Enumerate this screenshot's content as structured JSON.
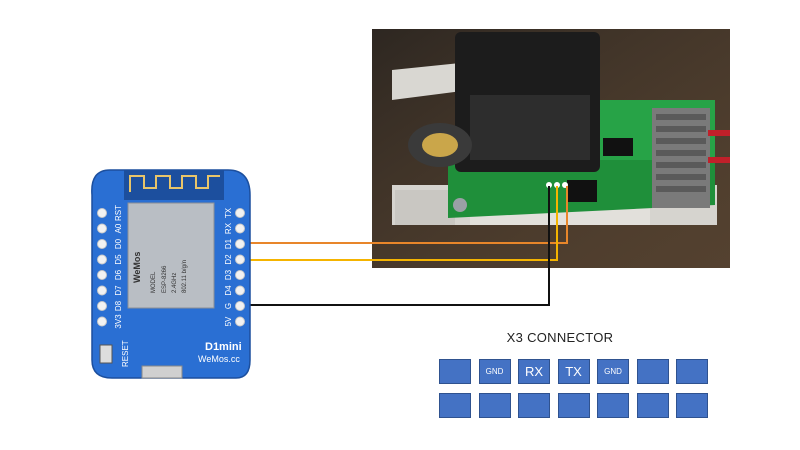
{
  "board": {
    "name": "D1mini",
    "brand": "WeMos",
    "website": "WeMos.cc",
    "module_brand": "WeMos",
    "module_lines": [
      "ESP-8266",
      "2.4GHz",
      "802.11 b/g/n"
    ],
    "model_label": "MODEL",
    "reset_label": "RESET",
    "left_pins": [
      "RST",
      "A0",
      "D0",
      "D5",
      "D6",
      "D7",
      "D8",
      "3V3"
    ],
    "right_pins": [
      "TX",
      "RX",
      "D1",
      "D2",
      "D3",
      "D4",
      "G",
      "5V"
    ],
    "colors": {
      "pcb": "#2a6fd3",
      "pcb_dark": "#1c4f9e",
      "module": "#b9bec4"
    }
  },
  "photo": {
    "description_icon": "device-photo",
    "pcb_color": "#1f8f3a",
    "relay_color": "#222222"
  },
  "wires": [
    {
      "name": "orange-wire",
      "color": "#e8862a"
    },
    {
      "name": "yellow-wire",
      "color": "#f5b400"
    },
    {
      "name": "black-wire",
      "color": "#111111"
    }
  ],
  "connector": {
    "title": "X3 CONNECTOR",
    "rows": [
      [
        "",
        "GND",
        "RX",
        "TX",
        "GND",
        "",
        ""
      ],
      [
        "",
        "",
        "",
        "",
        "",
        "",
        ""
      ]
    ],
    "cell_color": "#4472c4"
  }
}
